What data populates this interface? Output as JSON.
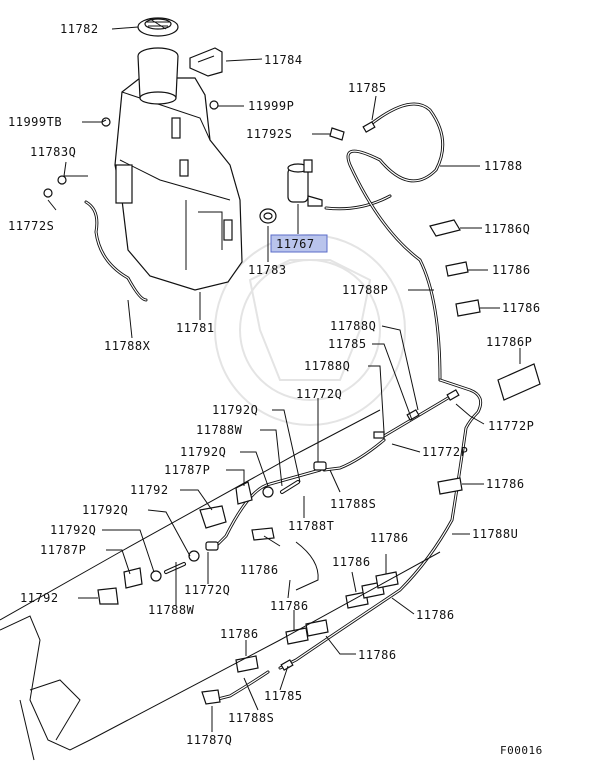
{
  "figure_code": "F00016",
  "highlighted_part": "11767",
  "callouts": [
    {
      "id": "c-11782",
      "text": "11782"
    },
    {
      "id": "c-11784",
      "text": "11784"
    },
    {
      "id": "c-11999p",
      "text": "11999P"
    },
    {
      "id": "c-11999tb",
      "text": "11999TB"
    },
    {
      "id": "c-11785-top",
      "text": "11785"
    },
    {
      "id": "c-11792s",
      "text": "11792S"
    },
    {
      "id": "c-11783q",
      "text": "11783Q"
    },
    {
      "id": "c-11788-top",
      "text": "11788"
    },
    {
      "id": "c-11772s",
      "text": "11772S"
    },
    {
      "id": "c-11786q",
      "text": "11786Q"
    },
    {
      "id": "c-11767",
      "text": "11767"
    },
    {
      "id": "c-11783",
      "text": "11783"
    },
    {
      "id": "c-11786-a",
      "text": "11786"
    },
    {
      "id": "c-11788p",
      "text": "11788P"
    },
    {
      "id": "c-11786-b",
      "text": "11786"
    },
    {
      "id": "c-11781",
      "text": "11781"
    },
    {
      "id": "c-11788q-a",
      "text": "11788Q"
    },
    {
      "id": "c-11786p",
      "text": "11786P"
    },
    {
      "id": "c-11788x",
      "text": "11788X"
    },
    {
      "id": "c-11785-mid",
      "text": "11785"
    },
    {
      "id": "c-11788q-b",
      "text": "11788Q"
    },
    {
      "id": "c-11772q-a",
      "text": "11772Q"
    },
    {
      "id": "c-11792q-a",
      "text": "11792Q"
    },
    {
      "id": "c-11772p-a",
      "text": "11772P"
    },
    {
      "id": "c-11788w-a",
      "text": "11788W"
    },
    {
      "id": "c-11792q-b",
      "text": "11792Q"
    },
    {
      "id": "c-11772p-b",
      "text": "11772P"
    },
    {
      "id": "c-11787p-a",
      "text": "11787P"
    },
    {
      "id": "c-11786-c",
      "text": "11786"
    },
    {
      "id": "c-11792-a",
      "text": "11792"
    },
    {
      "id": "c-11788s-a",
      "text": "11788S"
    },
    {
      "id": "c-11792q-c",
      "text": "11792Q"
    },
    {
      "id": "c-11788t",
      "text": "11788T"
    },
    {
      "id": "c-11792q-d",
      "text": "11792Q"
    },
    {
      "id": "c-11788u",
      "text": "11788U"
    },
    {
      "id": "c-11786-d",
      "text": "11786"
    },
    {
      "id": "c-11787p-b",
      "text": "11787P"
    },
    {
      "id": "c-11786-e",
      "text": "11786"
    },
    {
      "id": "c-11786-f",
      "text": "11786"
    },
    {
      "id": "c-11772q-b",
      "text": "11772Q"
    },
    {
      "id": "c-11792-b",
      "text": "11792"
    },
    {
      "id": "c-11788w-b",
      "text": "11788W"
    },
    {
      "id": "c-11786-g",
      "text": "11786"
    },
    {
      "id": "c-11786-h",
      "text": "11786"
    },
    {
      "id": "c-11786-i",
      "text": "11786"
    },
    {
      "id": "c-11786-j",
      "text": "11786"
    },
    {
      "id": "c-11785-bot",
      "text": "11785"
    },
    {
      "id": "c-11788s-b",
      "text": "11788S"
    },
    {
      "id": "c-11787q",
      "text": "11787Q"
    }
  ]
}
